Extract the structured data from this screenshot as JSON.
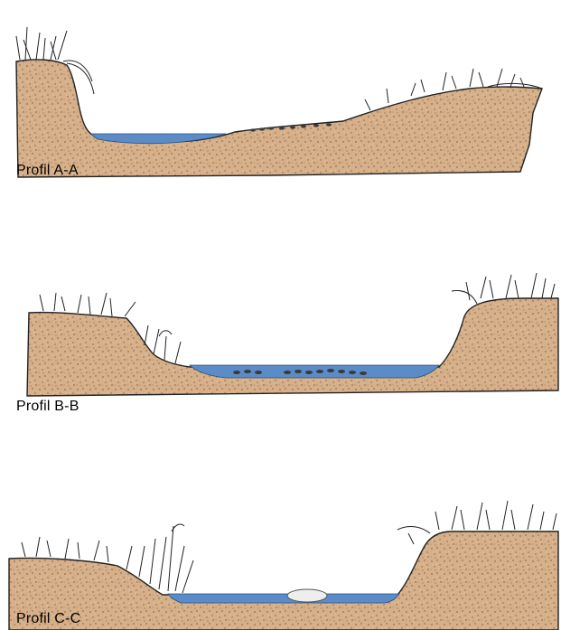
{
  "profiles": [
    {
      "id": "A",
      "label": "Profil A-A"
    },
    {
      "id": "B",
      "label": "Profil B-B"
    },
    {
      "id": "C",
      "label": "Profil C-C"
    }
  ],
  "colors": {
    "soil": "#d6b08a",
    "soil_dark": "#a8784e",
    "water": "#5b8cc8",
    "outline": "#222222",
    "stones": "#3a3a3a",
    "boulder": "#e8e8e8"
  }
}
